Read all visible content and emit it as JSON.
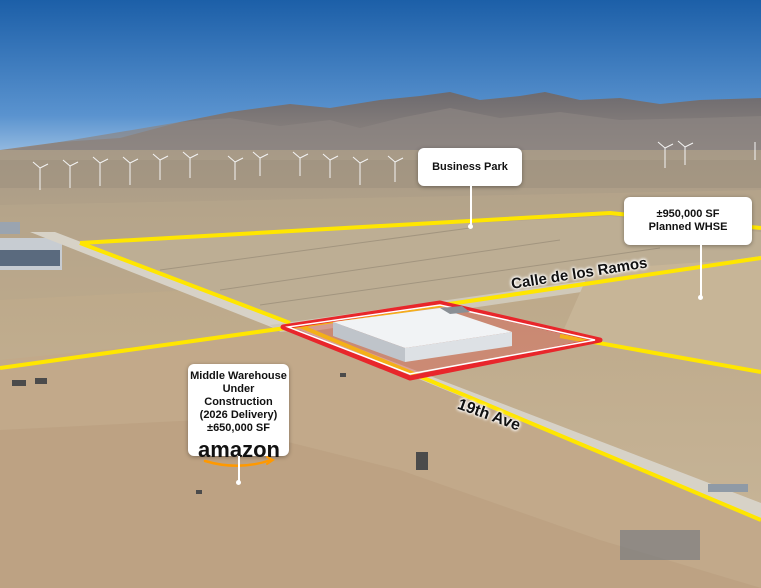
{
  "callouts": {
    "business_park": "Business Park",
    "planned_whse": {
      "line1": "±950,000 SF",
      "line2": "Planned WHSE"
    },
    "middle_warehouse": {
      "line1": "Middle Warehouse",
      "line2": "Under Construction",
      "line3": "(2026 Delivery)",
      "line4": "±650,000 SF",
      "logo_text": "amazon"
    }
  },
  "roads": {
    "calle_de_los_ramos": "Calle de los Ramos",
    "nineteenth_ave": "19th Ave"
  },
  "colors": {
    "sky_top": "#1c5fa8",
    "sky_horizon": "#a9c8e6",
    "desert": "#c9b79a",
    "boundary_yellow": "#ffe600",
    "highlight_red": "#e8262b",
    "callout_bg": "#ffffff"
  },
  "icons": {
    "amazon_logo": "amazon-logo-icon",
    "pointer": "callout-pointer-icon"
  }
}
